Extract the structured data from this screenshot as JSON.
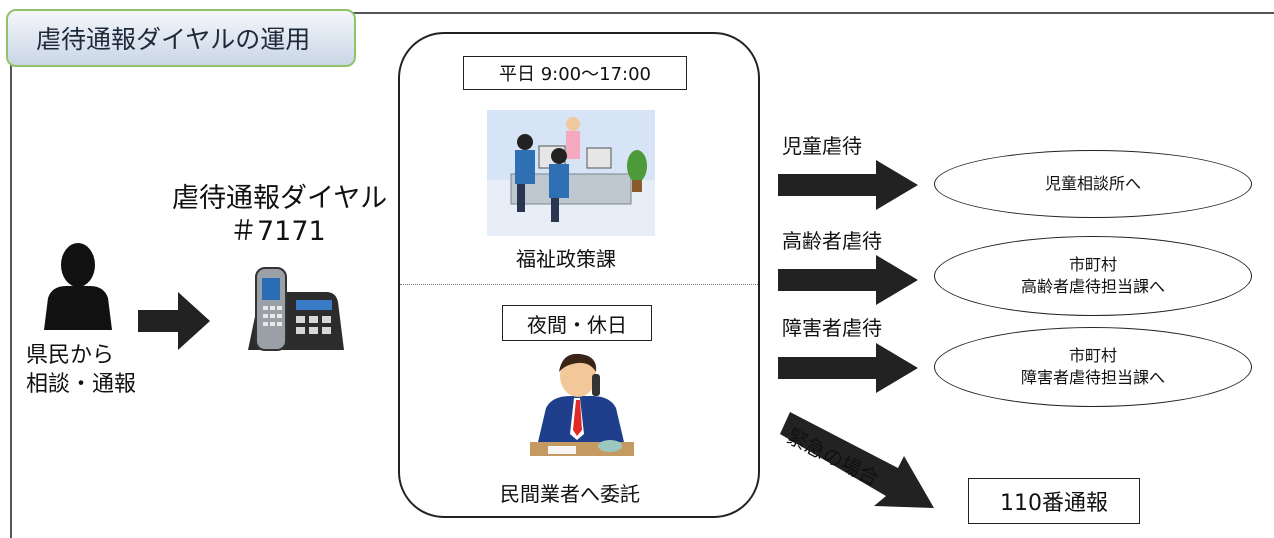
{
  "title": "虐待通報ダイヤルの運用",
  "citizen": {
    "line1": "県民から",
    "line2": "相談・通報"
  },
  "dial": {
    "name": "虐待通報ダイヤル",
    "number": "＃7171"
  },
  "weekday": {
    "hours": "平日 9:00～17:00",
    "office": "福祉政策課"
  },
  "night": {
    "hours": "夜間・休日",
    "office": "民間業者へ委託"
  },
  "routes": [
    {
      "label": "児童虐待",
      "dest_line1": "児童相談所へ",
      "dest_line2": ""
    },
    {
      "label": "高齢者虐待",
      "dest_line1": "市町村",
      "dest_line2": "高齢者虐待担当課へ"
    },
    {
      "label": "障害者虐待",
      "dest_line1": "市町村",
      "dest_line2": "障害者虐待担当課へ"
    }
  ],
  "emergency": {
    "label": "緊急の場合",
    "dest": "110番通報"
  },
  "icons": {
    "person": "person-silhouette-icon",
    "phone": "desk-phone-icon",
    "office": "office-workers-illustration",
    "operator": "phone-operator-illustration"
  },
  "colors": {
    "title_border": "#8fc46a",
    "title_fill": "#cad6e6",
    "arrow": "#222222"
  }
}
